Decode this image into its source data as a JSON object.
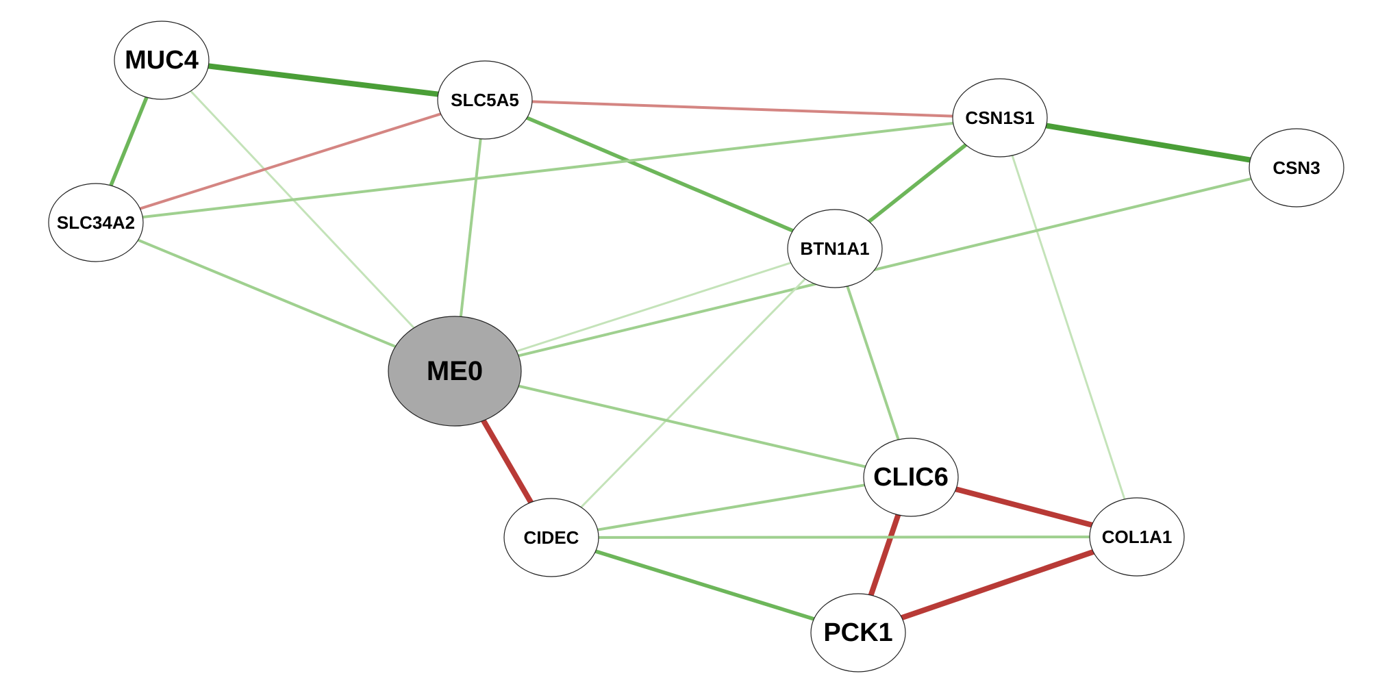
{
  "graph": {
    "edge_colors": {
      "positive_strong": "#4a9e37",
      "positive_medium": "#6db65a",
      "positive_weak": "#9fd08f",
      "positive_faint": "#c4e3b9",
      "negative_strong": "#b83a36",
      "negative_weak": "#d48582"
    },
    "module_node_color": "#a9a9a9",
    "node_fill": "#ffffff",
    "nodes": [
      {
        "id": "MUC4",
        "label": "MUC4",
        "module": false
      },
      {
        "id": "SLC5A5",
        "label": "SLC5A5",
        "module": false
      },
      {
        "id": "CSN1S1",
        "label": "CSN1S1",
        "module": false
      },
      {
        "id": "CSN3",
        "label": "CSN3",
        "module": false
      },
      {
        "id": "SLC34A2",
        "label": "SLC34A2",
        "module": false
      },
      {
        "id": "BTN1A1",
        "label": "BTN1A1",
        "module": false
      },
      {
        "id": "ME0",
        "label": "ME0",
        "module": true
      },
      {
        "id": "CLIC6",
        "label": "CLIC6",
        "module": false
      },
      {
        "id": "CIDEC",
        "label": "CIDEC",
        "module": false
      },
      {
        "id": "COL1A1",
        "label": "COL1A1",
        "module": false
      },
      {
        "id": "PCK1",
        "label": "PCK1",
        "module": false
      }
    ],
    "edges": [
      {
        "source": "MUC4",
        "target": "SLC5A5",
        "sign": "positive",
        "strength": "strong"
      },
      {
        "source": "MUC4",
        "target": "SLC34A2",
        "sign": "positive",
        "strength": "medium"
      },
      {
        "source": "MUC4",
        "target": "ME0",
        "sign": "positive",
        "strength": "faint"
      },
      {
        "source": "SLC5A5",
        "target": "CSN1S1",
        "sign": "negative",
        "strength": "weak"
      },
      {
        "source": "SLC5A5",
        "target": "SLC34A2",
        "sign": "negative",
        "strength": "weak"
      },
      {
        "source": "SLC5A5",
        "target": "BTN1A1",
        "sign": "positive",
        "strength": "medium"
      },
      {
        "source": "SLC5A5",
        "target": "ME0",
        "sign": "positive",
        "strength": "weak"
      },
      {
        "source": "CSN1S1",
        "target": "CSN3",
        "sign": "positive",
        "strength": "strong"
      },
      {
        "source": "CSN1S1",
        "target": "BTN1A1",
        "sign": "positive",
        "strength": "medium"
      },
      {
        "source": "CSN1S1",
        "target": "SLC34A2",
        "sign": "positive",
        "strength": "weak"
      },
      {
        "source": "CSN1S1",
        "target": "COL1A1",
        "sign": "positive",
        "strength": "faint"
      },
      {
        "source": "CSN3",
        "target": "ME0",
        "sign": "positive",
        "strength": "weak"
      },
      {
        "source": "SLC34A2",
        "target": "ME0",
        "sign": "positive",
        "strength": "weak"
      },
      {
        "source": "BTN1A1",
        "target": "ME0",
        "sign": "positive",
        "strength": "faint"
      },
      {
        "source": "BTN1A1",
        "target": "CLIC6",
        "sign": "positive",
        "strength": "weak"
      },
      {
        "source": "BTN1A1",
        "target": "CIDEC",
        "sign": "positive",
        "strength": "faint"
      },
      {
        "source": "ME0",
        "target": "CIDEC",
        "sign": "negative",
        "strength": "strong"
      },
      {
        "source": "ME0",
        "target": "CLIC6",
        "sign": "positive",
        "strength": "weak"
      },
      {
        "source": "CLIC6",
        "target": "CIDEC",
        "sign": "positive",
        "strength": "weak"
      },
      {
        "source": "CLIC6",
        "target": "COL1A1",
        "sign": "negative",
        "strength": "strong"
      },
      {
        "source": "CLIC6",
        "target": "PCK1",
        "sign": "negative",
        "strength": "strong"
      },
      {
        "source": "CIDEC",
        "target": "COL1A1",
        "sign": "positive",
        "strength": "weak"
      },
      {
        "source": "CIDEC",
        "target": "PCK1",
        "sign": "positive",
        "strength": "medium"
      },
      {
        "source": "COL1A1",
        "target": "PCK1",
        "sign": "negative",
        "strength": "strong"
      }
    ]
  }
}
